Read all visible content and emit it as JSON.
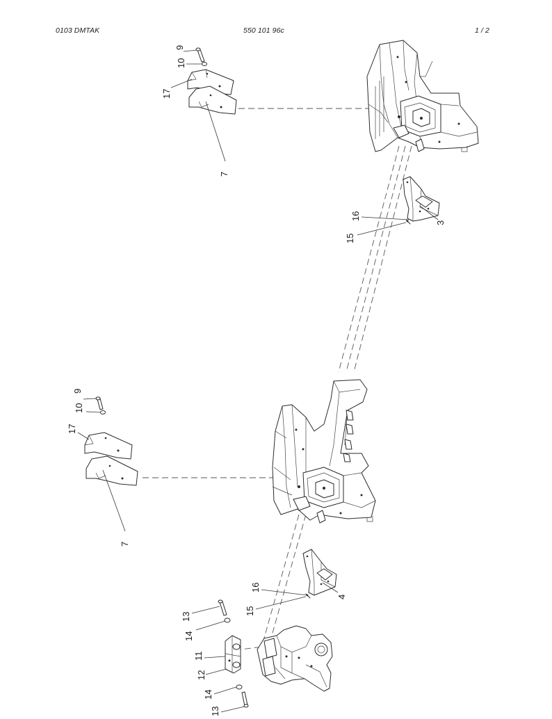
{
  "header": {
    "left": "0103 DMTAK",
    "center": "550 101 96c",
    "right": "1 / 2"
  },
  "callouts": {
    "top": [
      "9",
      "10",
      "17",
      "7",
      "16",
      "15",
      "3"
    ],
    "middle": [
      "9",
      "10",
      "17",
      "7",
      "16",
      "15",
      "4"
    ],
    "bottom": [
      "13",
      "14",
      "11",
      "12",
      "14",
      "13"
    ]
  }
}
